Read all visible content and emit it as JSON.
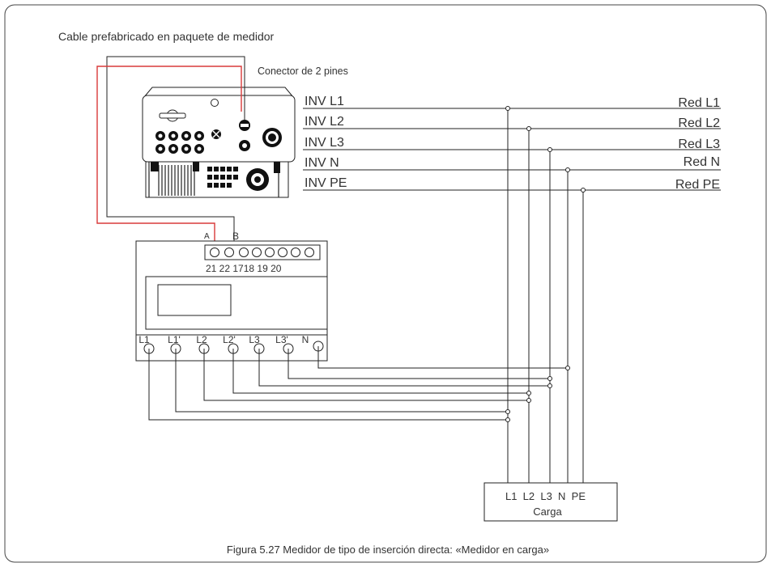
{
  "title": "Cable prefabricado en paquete de medidor",
  "connector_label": "Conector de 2 pines",
  "inverter_lines": [
    "INV L1",
    "INV L2",
    "INV L3",
    "INV N",
    "INV PE"
  ],
  "grid_lines": [
    "Red L1",
    "Red L2",
    "Red L3",
    "Red N",
    "Red PE"
  ],
  "meter": {
    "terminal_a": "A",
    "terminal_b": "B",
    "terminal_numbers": "21 22 1718 19 20",
    "bottom_terminals": [
      "L1",
      "L1'",
      "L2",
      "L2'",
      "L3",
      "L3'",
      "N"
    ]
  },
  "load": {
    "terminals": "L1  L2  L3  N  PE",
    "label": "Carga"
  },
  "caption": "Figura 5.27 Medidor de tipo de inserción directa: «Medidor en carga»",
  "colors": {
    "comm_cable": "#d83a3a",
    "line": "#222222",
    "text": "#333333"
  }
}
